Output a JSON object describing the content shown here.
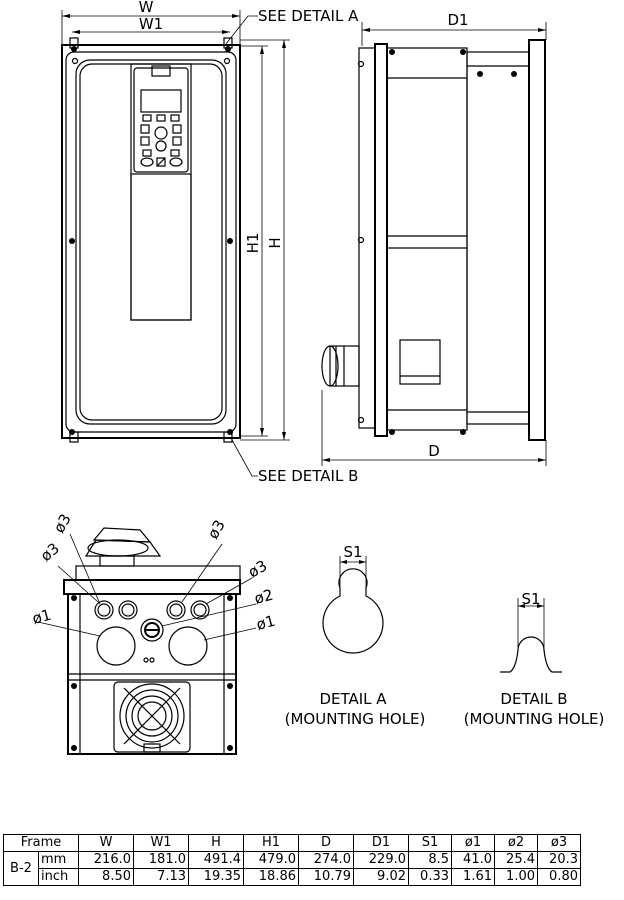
{
  "front_view": {
    "dim_w": "W",
    "dim_w1": "W1",
    "dim_h": "H",
    "dim_h1": "H1",
    "detail_a_callout": "SEE DETAIL A",
    "detail_b_callout": "SEE DETAIL B"
  },
  "side_view": {
    "dim_d": "D",
    "dim_d1": "D1"
  },
  "bottom_view": {
    "label_phi1_left": "ø1",
    "label_phi1_right": "ø1",
    "label_phi2": "ø2",
    "label_phi3_top_left": "ø3",
    "label_phi3_left": "ø3",
    "label_phi3_top_right": "ø3",
    "label_phi3_right": "ø3"
  },
  "detail_a": {
    "dim": "S1",
    "title": "DETAIL A",
    "subtitle": "(MOUNTING HOLE)"
  },
  "detail_b": {
    "dim": "S1",
    "title": "DETAIL B",
    "subtitle": "(MOUNTING HOLE)"
  },
  "table": {
    "headers": [
      "Frame",
      "W",
      "W1",
      "H",
      "H1",
      "D",
      "D1",
      "S1",
      "ø1",
      "ø2",
      "ø3"
    ],
    "frame": "B-2",
    "rows": [
      {
        "unit": "mm",
        "values": [
          "216.0",
          "181.0",
          "491.4",
          "479.0",
          "274.0",
          "229.0",
          "8.5",
          "41.0",
          "25.4",
          "20.3"
        ]
      },
      {
        "unit": "inch",
        "values": [
          "8.50",
          "7.13",
          "19.35",
          "18.86",
          "10.79",
          "9.02",
          "0.33",
          "1.61",
          "1.00",
          "0.80"
        ]
      }
    ]
  }
}
